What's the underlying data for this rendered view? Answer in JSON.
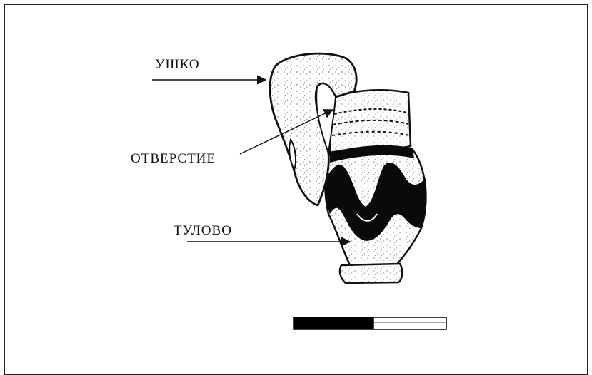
{
  "labels": {
    "handle": "УШКО",
    "opening": "ОТВЕРСТИЕ",
    "body": "ТУЛОВО"
  },
  "scale_bar": {
    "segments": 2,
    "colors": [
      "#000000",
      "#ffffff"
    ]
  },
  "icons": {
    "vessel": "jug-vessel-drawing",
    "arrow": "arrow-pointer"
  }
}
